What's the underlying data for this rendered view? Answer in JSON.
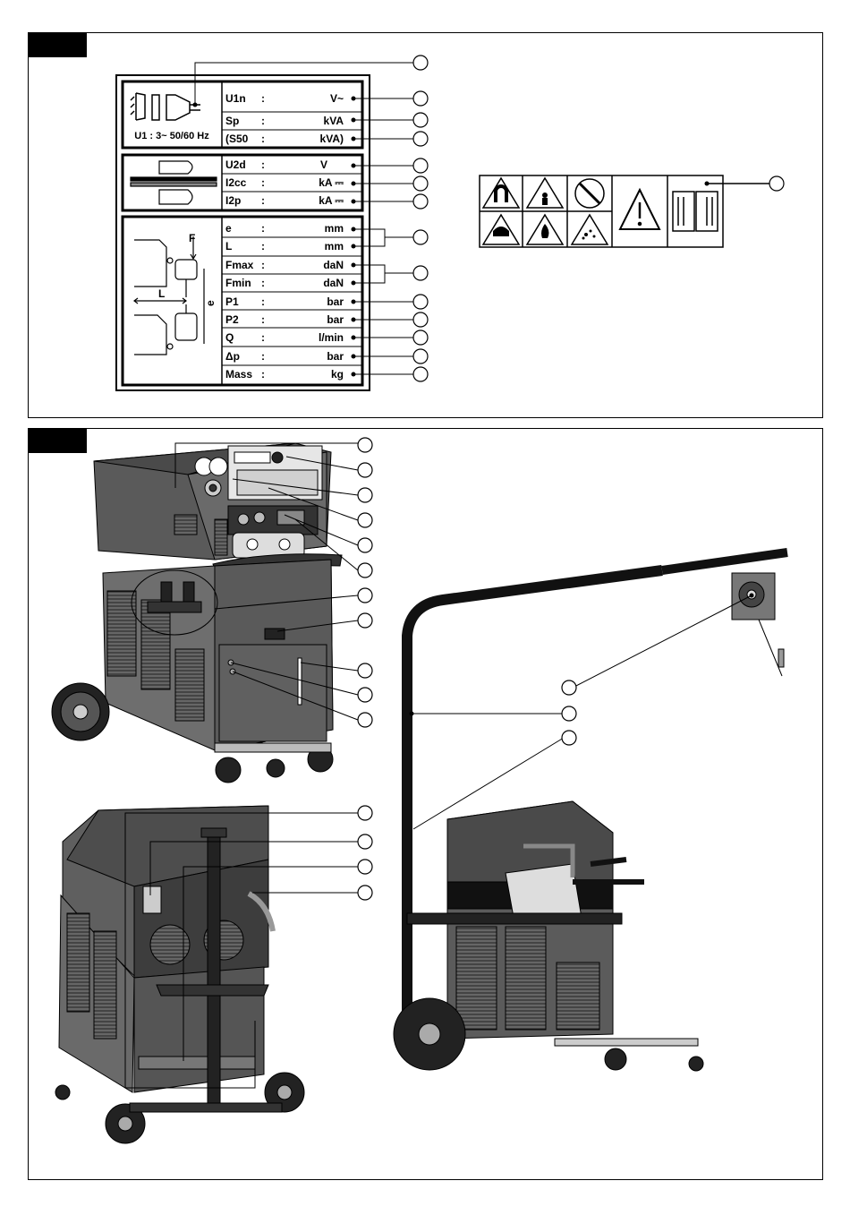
{
  "figure1": {
    "supply_line": "U1 : 3~ 50/60 Hz",
    "rows": [
      {
        "symbol": "U1n",
        "sep": ":",
        "unit": "V~"
      },
      {
        "symbol": "Sp",
        "sep": ":",
        "unit": "kVA"
      },
      {
        "symbol": "(S50",
        "sep": ":",
        "unit": "kVA)"
      },
      {
        "symbol": "U2d",
        "sep": ":",
        "unit": "V"
      },
      {
        "symbol": "I2cc",
        "sep": ":",
        "unit": "kA ⎓"
      },
      {
        "symbol": "I2p",
        "sep": ":",
        "unit": "kA ⎓"
      },
      {
        "symbol": "e",
        "sep": ":",
        "unit": "mm"
      },
      {
        "symbol": "L",
        "sep": ":",
        "unit": "mm"
      },
      {
        "symbol": "Fmax",
        "sep": ":",
        "unit": "daN"
      },
      {
        "symbol": "Fmin",
        "sep": ":",
        "unit": "daN"
      },
      {
        "symbol": "P1",
        "sep": ":",
        "unit": "bar"
      },
      {
        "symbol": "P2",
        "sep": ":",
        "unit": "bar"
      },
      {
        "symbol": "Q",
        "sep": ":",
        "unit": "l/min"
      },
      {
        "symbol": "Δp",
        "sep": ":",
        "unit": "bar"
      },
      {
        "symbol": "Mass",
        "sep": ":",
        "unit": "kg"
      }
    ],
    "arm_labels": {
      "force": "F",
      "length": "L",
      "opening": "e"
    },
    "warning_icons": [
      "magnet-hazard-icon",
      "radio-wave-hazard-icon",
      "no-pacemaker-icon",
      "general-warning-icon",
      "read-manual-icon",
      "pressure-hazard-icon",
      "fire-hazard-icon",
      "sparks-hazard-icon"
    ]
  },
  "figure2": {
    "views": [
      "front-view",
      "rear-view",
      "side-view-with-boom"
    ]
  }
}
